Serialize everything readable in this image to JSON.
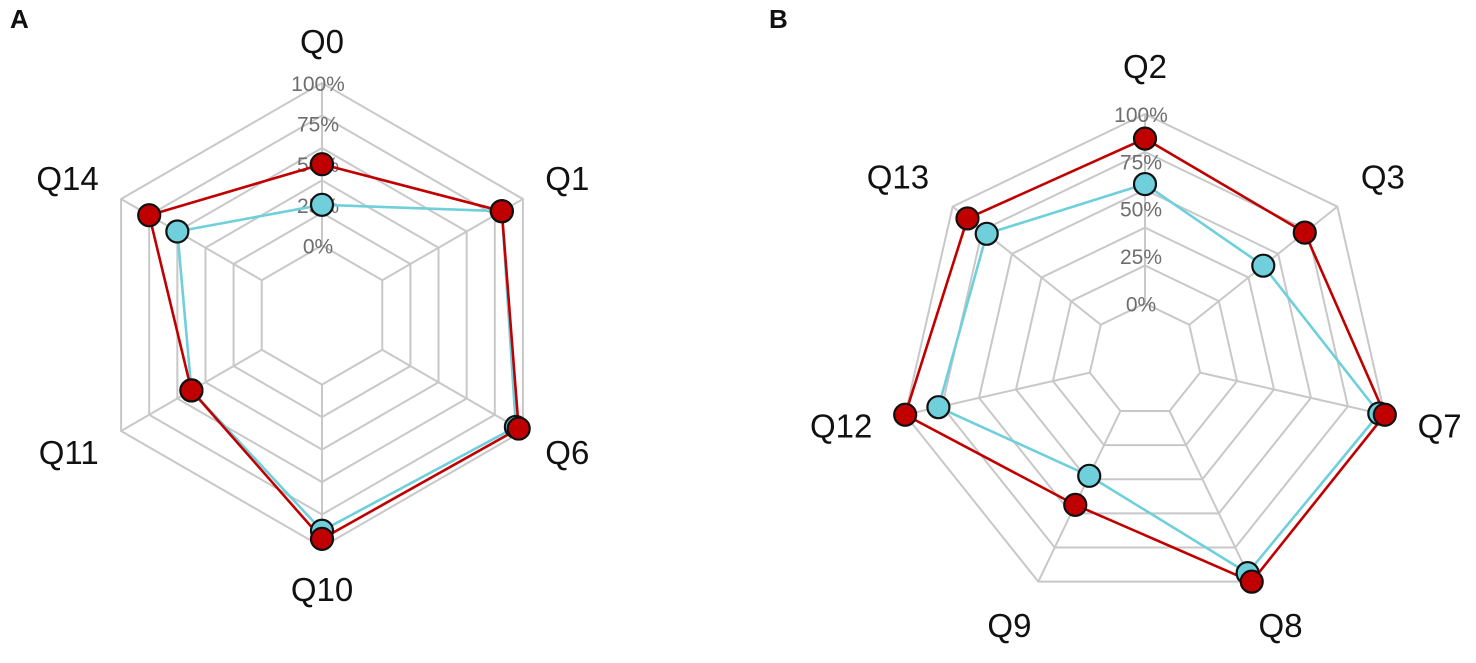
{
  "colors": {
    "series_red": "#c00000",
    "series_cyan": "#6fd0dc",
    "grid": "#c8c8c8",
    "tick": "#6e6e6e"
  },
  "chart_data": [
    {
      "panel": "A",
      "type": "radar",
      "axes": [
        "Q0",
        "Q1",
        "Q6",
        "Q10",
        "Q11",
        "Q14"
      ],
      "ticks": [
        "0%",
        "25%",
        "50%",
        "75%",
        "100%"
      ],
      "ylim": [
        0,
        100
      ],
      "grid": true,
      "series": [
        {
          "color": "#6fd0dc",
          "values": [
            25,
            85,
            95,
            90,
            50,
            60
          ]
        },
        {
          "color": "#c00000",
          "values": [
            50,
            85,
            97,
            95,
            50,
            80
          ]
        }
      ]
    },
    {
      "panel": "B",
      "type": "radar",
      "axes": [
        "Q2",
        "Q3",
        "Q7",
        "Q8",
        "Q9",
        "Q12",
        "Q13"
      ],
      "ticks": [
        "0%",
        "25%",
        "50%",
        "75%",
        "100%"
      ],
      "ylim": [
        0,
        100
      ],
      "grid": true,
      "series": [
        {
          "color": "#6fd0dc",
          "values": [
            63,
            50,
            97,
            95,
            38,
            82,
            77
          ]
        },
        {
          "color": "#c00000",
          "values": [
            87,
            78,
            100,
            100,
            55,
            100,
            90
          ]
        }
      ]
    }
  ]
}
